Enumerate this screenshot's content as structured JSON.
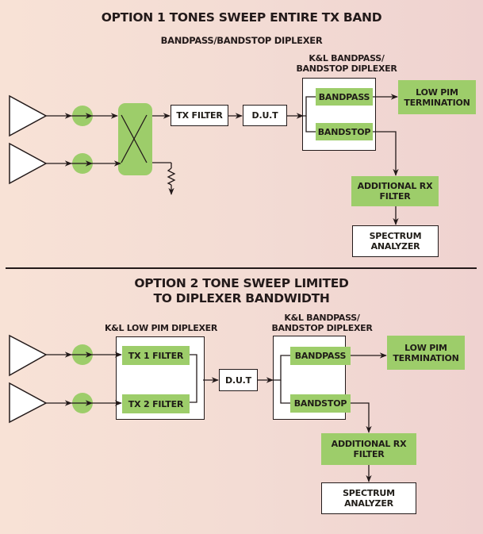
{
  "option1": {
    "title": "OPTION 1 TONES SWEEP ENTIRE TX BAND",
    "subtitle": "BANDPASS/BANDSTOP DIPLEXER",
    "diplexer_label_line1": "K&L BANDPASS/",
    "diplexer_label_line2": "BANDSTOP DIPLEXER",
    "tx_filter": "TX FILTER",
    "dut": "D.U.T",
    "bandpass": "BANDPASS",
    "bandstop": "BANDSTOP",
    "termination_line1": "LOW PIM",
    "termination_line2": "TERMINATION",
    "rx_filter_line1": "ADDITIONAL RX",
    "rx_filter_line2": "FILTER",
    "analyzer_line1": "SPECTRUM",
    "analyzer_line2": "ANALYZER"
  },
  "option2": {
    "title_line1": "OPTION 2 TONE SWEEP LIMITED",
    "title_line2": "TO DIPLEXER BANDWIDTH",
    "low_pim_diplexer_label": "K&L LOW PIM DIPLEXER",
    "diplexer_label_line1": "K&L BANDPASS/",
    "diplexer_label_line2": "BANDSTOP DIPLEXER",
    "tx1_filter": "TX 1 FILTER",
    "tx2_filter": "TX 2 FILTER",
    "dut": "D.U.T",
    "bandpass": "BANDPASS",
    "bandstop": "BANDSTOP",
    "termination_line1": "LOW PIM",
    "termination_line2": "TERMINATION",
    "rx_filter_line1": "ADDITIONAL RX",
    "rx_filter_line2": "FILTER",
    "analyzer_line1": "SPECTRUM",
    "analyzer_line2": "ANALYZER"
  },
  "colors": {
    "green": "#9dcd6a",
    "line": "#231a1a",
    "background": "#f3dcd4"
  }
}
